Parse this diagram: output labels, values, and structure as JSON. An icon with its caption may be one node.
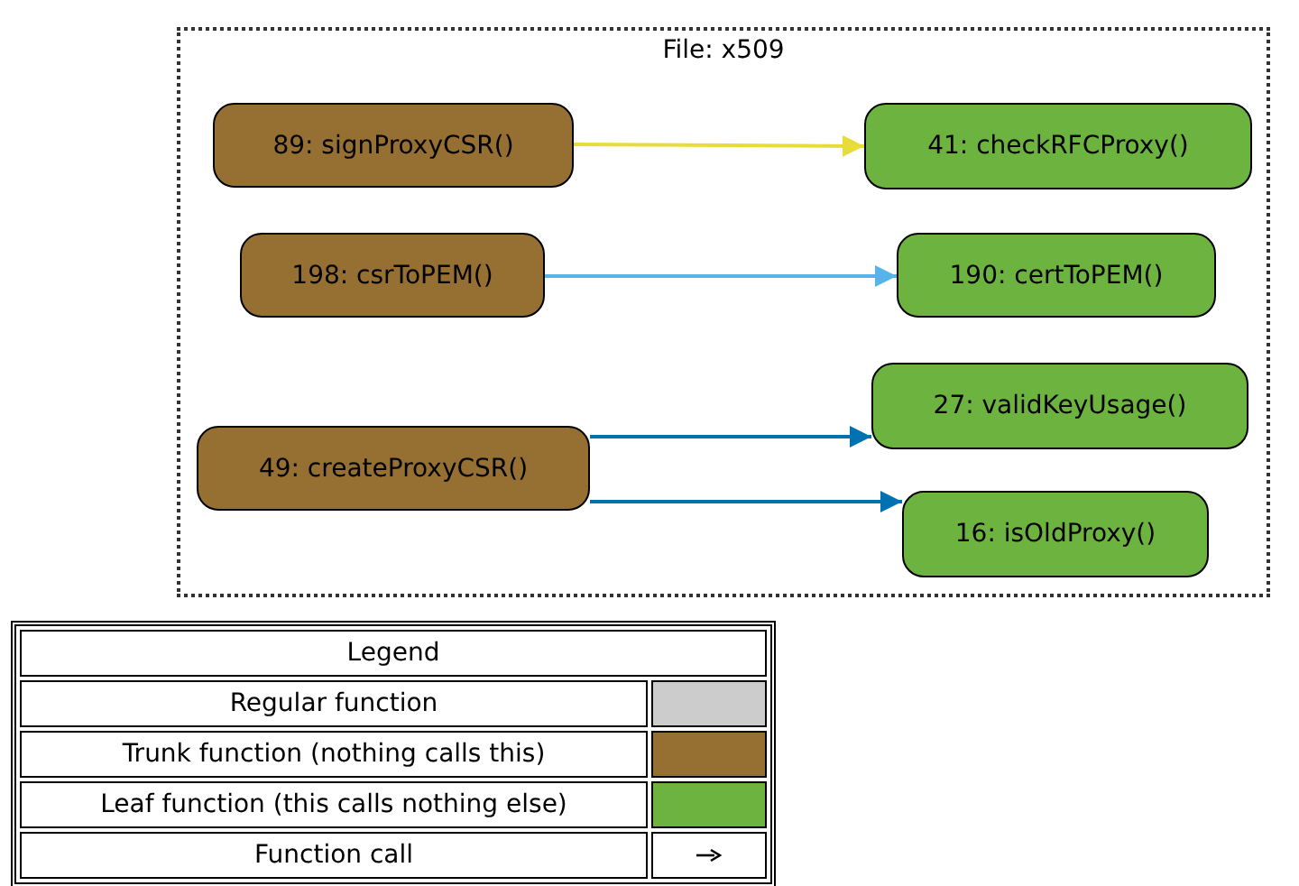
{
  "diagram": {
    "nodes": [
      {
        "text": [
          "File: x509"
        ]
      },
      {
        "text": [
          "89: signProxyCSR()"
        ],
        "in": 0
      },
      {
        "text": [
          "41: checkRFCProxy()"
        ],
        "in": 0
      },
      {
        "text": [
          "198: csrToPEM()"
        ],
        "in": 0
      },
      {
        "text": [
          "190: certToPEM()"
        ],
        "in": 0
      },
      {
        "text": [
          "49: createProxyCSR()"
        ],
        "in": 0
      },
      {
        "text": [
          "27: validKeyUsage()"
        ],
        "in": 0
      },
      {
        "text": [
          "16: isOldProxy()"
        ],
        "in": 0
      }
    ],
    "edges": [
      {
        "from": 1,
        "to": 2,
        "arrow": "to",
        "color": "#e8dd38"
      },
      {
        "from": 3,
        "to": 4,
        "arrow": "to",
        "color": "#56b4e9"
      },
      {
        "from": 5,
        "to": 6,
        "arrow": "to",
        "color": "#0072b2"
      },
      {
        "from": 5,
        "to": 7,
        "arrow": "to",
        "color": "#0072b2"
      }
    ],
    "labels": [
      "Legend"
    ],
    "legend": [
      {
        "text": "Regular function",
        "color": "#cccccc"
      },
      {
        "text": "Trunk function (nothing calls this)",
        "color": "#966f33"
      },
      {
        "text": "Leaf function (this calls nothing else)",
        "color": "#6db33f"
      },
      {
        "text": "Function call"
      }
    ]
  }
}
